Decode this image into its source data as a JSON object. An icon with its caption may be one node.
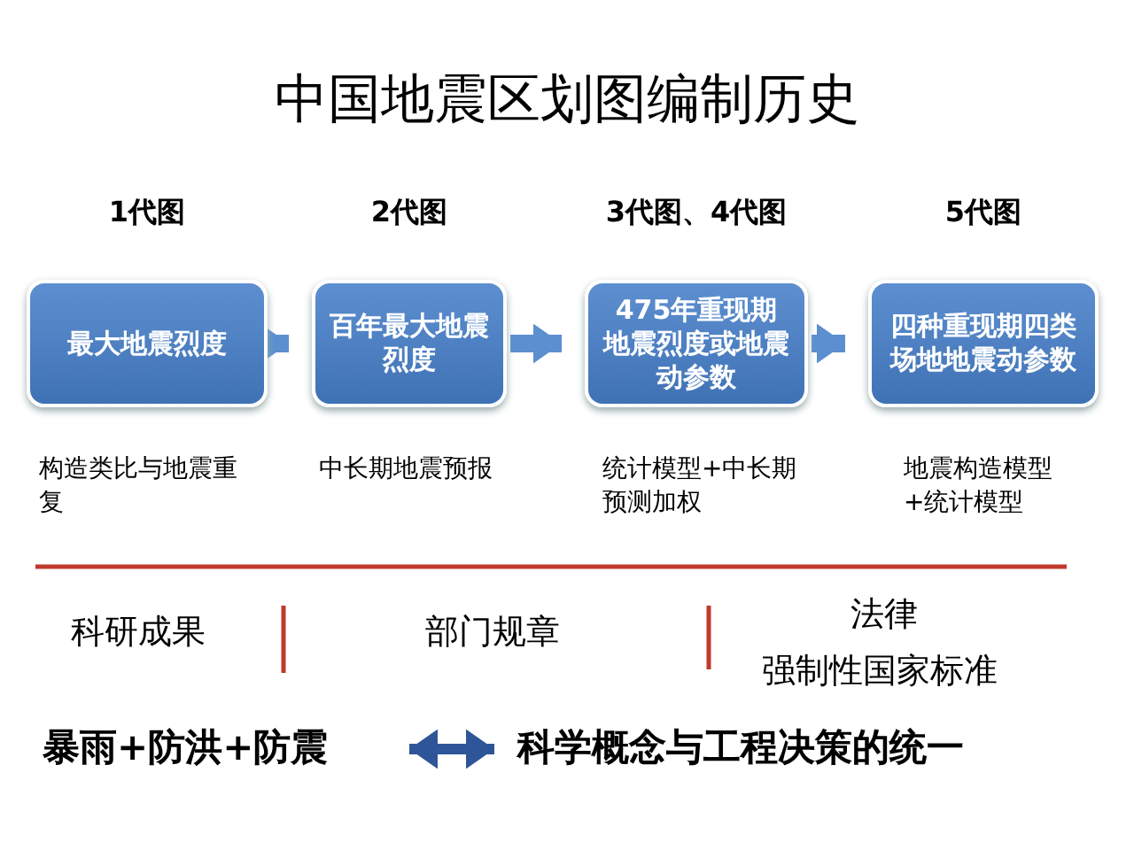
{
  "diagram": {
    "title": "中国地震区划图编制历史",
    "nodes": [
      {
        "text": [
          "1代图",
          "最大地震烈度"
        ],
        "beside": [
          "构造类比与地震重复"
        ]
      },
      {
        "text": [
          "2代图",
          "百年最大地震烈度"
        ],
        "beside": [
          "中长期地震预报"
        ]
      },
      {
        "text": [
          "3代图、4代图",
          "475年重现期地震烈度或地震动参数"
        ],
        "beside": [
          "统计模型+中长期预测加权"
        ]
      },
      {
        "text": [
          "5代图",
          "四种重现期四类场地地震动参数"
        ],
        "beside": [
          "地震构造模型+统计模型"
        ]
      },
      {
        "text": [
          "暴雨+防洪+防震"
        ]
      },
      {
        "text": [
          "科学概念与工程决策的统一"
        ]
      }
    ],
    "edges": [
      {
        "from": 0,
        "to": 1,
        "arrow": "to"
      },
      {
        "from": 1,
        "to": 2,
        "arrow": "to"
      },
      {
        "from": 2,
        "to": 3,
        "arrow": "to"
      },
      {
        "from": 4,
        "to": 5,
        "arrow": "both",
        "color": "#2e5597"
      }
    ],
    "labels": [
      "科研成果",
      "部门规章",
      "法律",
      "强制性国家标准"
    ]
  }
}
